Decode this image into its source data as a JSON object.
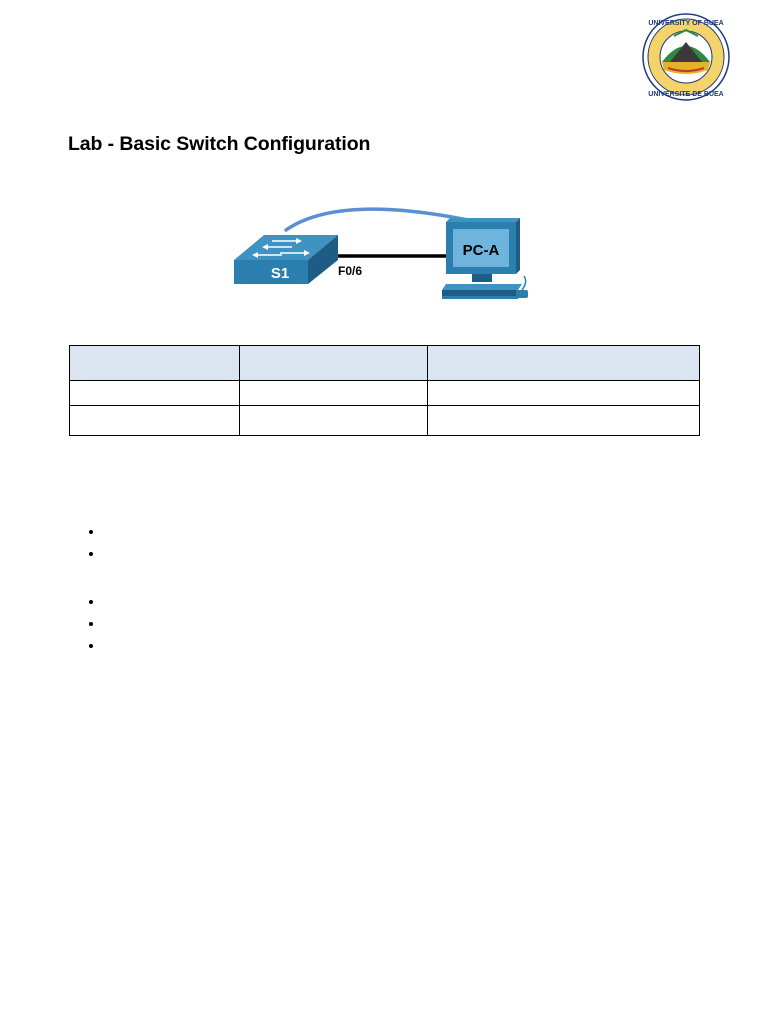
{
  "header": {
    "logo": {
      "top_text": "UNIVERSITY OF BUEA",
      "bottom_text": "UNIVERSITE DE BUEA",
      "colors": {
        "ring": "#1f3a7a",
        "gold": "#e5b32a",
        "green": "#2e8b3e",
        "red": "#c0392b"
      }
    }
  },
  "document": {
    "title": "Lab - Basic Switch Configuration"
  },
  "topology": {
    "switch_label": "S1",
    "pc_label": "PC-A",
    "port_label": "F0/6",
    "colors": {
      "device": "#2b7fae",
      "device_dark": "#1d5d85",
      "console_cable": "#5b8fd0",
      "ethernet_cable": "#000000"
    }
  },
  "addressing_table": {
    "header": [
      "",
      "",
      ""
    ],
    "rows": [
      [
        "",
        "",
        ""
      ],
      [
        "",
        "",
        ""
      ]
    ],
    "header_bg": "#dbe5f1"
  },
  "bullet_groups": [
    {
      "items": [
        "",
        ""
      ]
    },
    {
      "items": [
        "",
        "",
        ""
      ]
    }
  ]
}
